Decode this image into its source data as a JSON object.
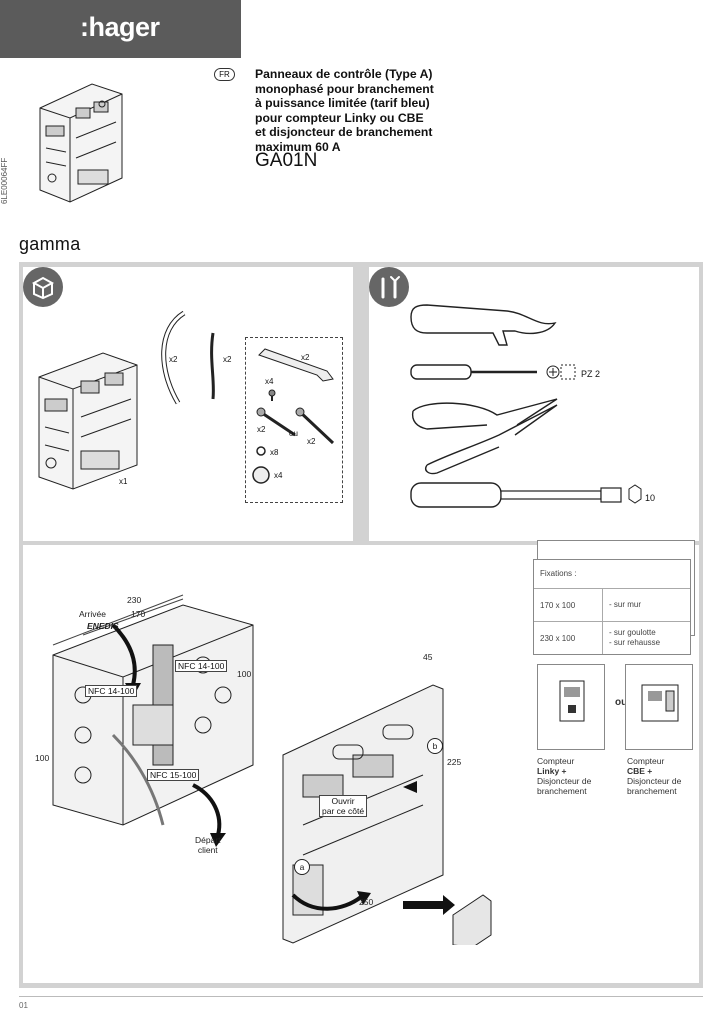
{
  "header": {
    "brand": ":hager",
    "lang": "FR",
    "description_lines": [
      "Panneaux de contrôle (Type A)",
      "monophasé pour branchement",
      "à puissance limitée (tarif bleu)",
      "pour compteur Linky ou CBE",
      "et disjoncteur de branchement",
      "maximum 60 A"
    ],
    "reference": "GA01N",
    "doc_id": "6LE00064FF",
    "range": "gamma",
    "colors": {
      "header_bar": "#5b5b5b",
      "frame": "#d2d2d2",
      "arrow": "#222222"
    }
  },
  "contents": {
    "icon": "box-icon",
    "qty_panel": "x1",
    "qty_cable_a": "x2",
    "qty_cable_b": "x2",
    "qty_bracket": "x2",
    "qty_screw_small": "x4",
    "qty_screw_a": "x2",
    "or_label": "ou",
    "qty_screw_b": "x2",
    "qty_ring": "x8",
    "qty_cap": "x4"
  },
  "tools": {
    "icon": "tools-icon",
    "screwdriver_label": "PZ 2",
    "socket_label": "10"
  },
  "fixings": {
    "title": "Fixations :",
    "rows": [
      {
        "size": "170 x 100",
        "use": [
          "- sur mur"
        ]
      },
      {
        "size": "230 x 100",
        "use": [
          "- sur goulotte",
          "- sur rehausse"
        ]
      }
    ]
  },
  "meters": {
    "or_label": "ou",
    "left_caption": [
      "Compteur",
      "Linky +",
      "Disjoncteur de",
      "branchement"
    ],
    "right_caption": [
      "Compteur",
      "CBE +",
      "Disjoncteur de",
      "branchement"
    ]
  },
  "installation": {
    "dim_230": "230",
    "dim_170": "170",
    "dim_100_right": "100",
    "dim_100_left": "100",
    "arrival": "Arrivée",
    "enedis": "ENEDIS",
    "nfc_top_right": "NFC 14-100",
    "nfc_left": "NFC 14-100",
    "nfc_bottom": "NFC 15-100",
    "departure": [
      "Départ",
      "client"
    ],
    "dim_45": "45",
    "dim_225": "225",
    "dim_250": "250",
    "marker_a": "a",
    "marker_b": "b",
    "open_label": [
      "Ouvrir",
      "par ce côté"
    ]
  },
  "footer": {
    "page": "01"
  }
}
